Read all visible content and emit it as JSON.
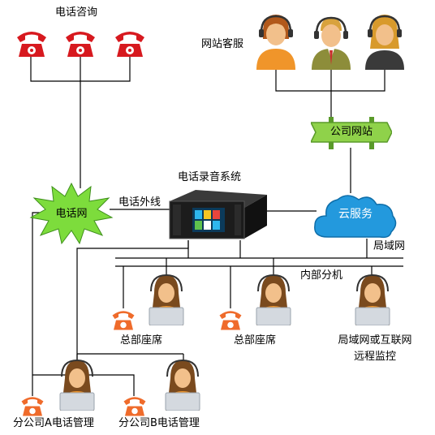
{
  "labels": {
    "phone_consult": "电话咨询",
    "web_service": "网站客服",
    "company_site": "公司网站",
    "recording_system": "电话录音系统",
    "phone_line": "电话外线",
    "phone_net": "电话网",
    "cloud": "云服务",
    "lan": "局域网",
    "internal_ext": "内部分机",
    "hq_seat_1": "总部座席",
    "hq_seat_2": "总部座席",
    "remote_line1": "局域网或互联网",
    "remote_line2": "远程监控",
    "branch_a": "分公司A电话管理",
    "branch_b": "分公司B电话管理"
  },
  "colors": {
    "phone_red": "#d7191f",
    "phone_orange": "#ef6b2b",
    "cloud_blue": "#2399dd",
    "burst_green": "#7ddc3c",
    "sign_green": "#8fd24a",
    "device_dark": "#1c1c1c"
  },
  "icons": [
    "telephone-icon",
    "headset-agent-icon",
    "female-operator-icon",
    "server-rack-icon",
    "cloud-icon",
    "starburst-icon",
    "signpost-icon"
  ]
}
